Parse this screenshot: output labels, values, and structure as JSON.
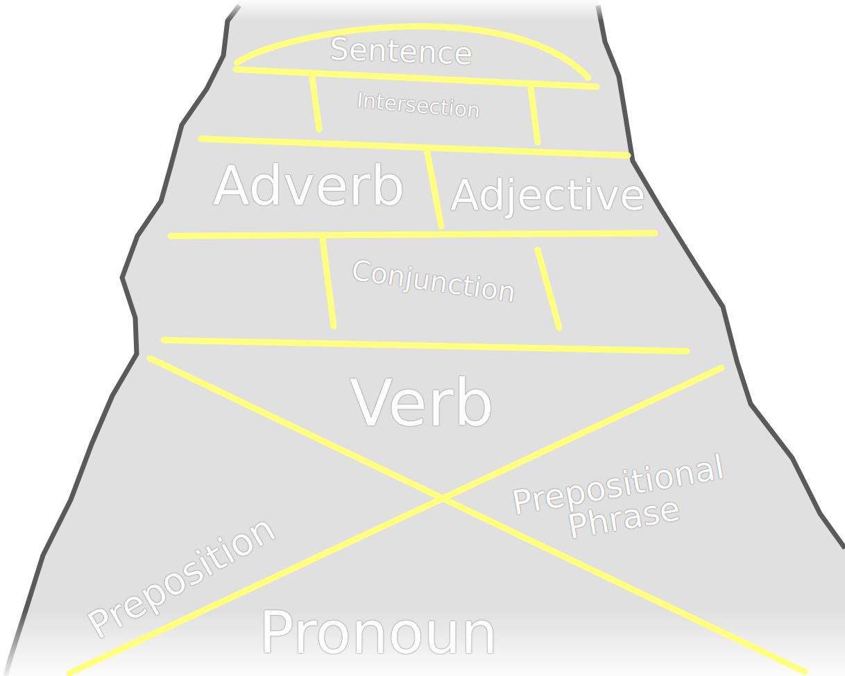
{
  "diagram": {
    "nodes": [
      {
        "text": [
          "Sentence"
        ]
      },
      {
        "text": [
          "Intersection"
        ]
      },
      {
        "text": [
          "Adverb"
        ]
      },
      {
        "text": [
          "Adjective"
        ]
      },
      {
        "text": [
          "Conjunction"
        ]
      },
      {
        "text": [
          "Verb"
        ]
      },
      {
        "text": [
          "Prepositional Phrase"
        ]
      },
      {
        "text": [
          "Preposition"
        ]
      },
      {
        "text": [
          "Pronoun"
        ]
      }
    ]
  }
}
